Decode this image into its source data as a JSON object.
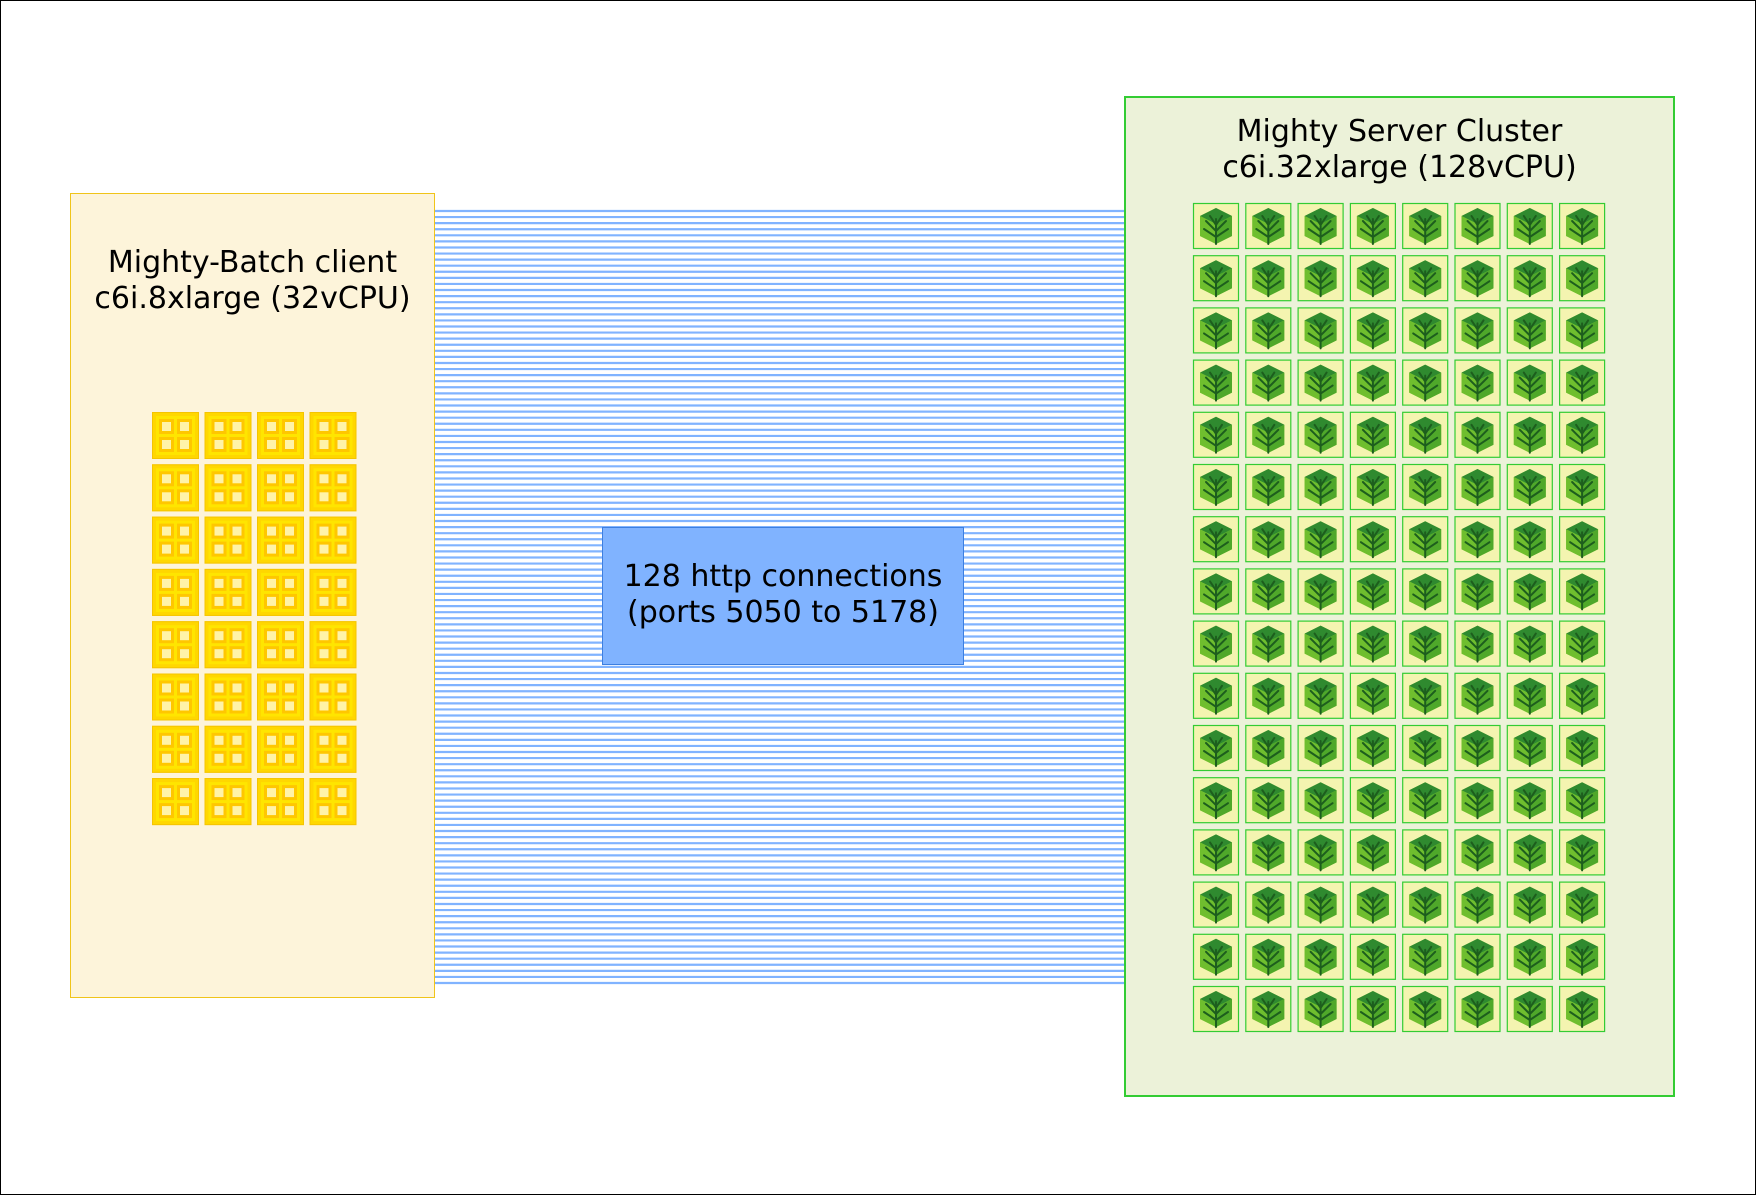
{
  "client": {
    "line1": "Mighty-Batch client",
    "line2": "c6i.8xlarge (32vCPU)",
    "cores": 32,
    "core_icon": "cpu-core-icon",
    "fill": "#fdf4da",
    "border": "#f0c419",
    "core_color": "#ffd700"
  },
  "server": {
    "line1": "Mighty Server Cluster",
    "line2": "c6i.32xlarge (128vCPU)",
    "instances": 128,
    "instance_icon": "mighty-tree-icon",
    "fill": "#ecf2d9",
    "border": "#33cc33"
  },
  "connections": {
    "line1": "128 http connections",
    "line2": "(ports 5050 to 5178)",
    "count": 128,
    "line_color": "#80b3ff"
  }
}
